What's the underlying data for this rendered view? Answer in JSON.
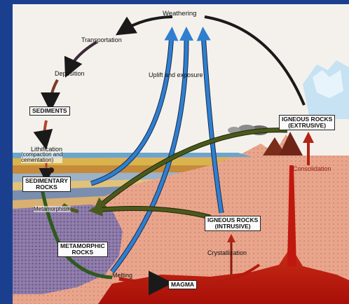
{
  "labels": {
    "weathering": "Weathering",
    "transportation": "Transportation",
    "deposition": "Deposition",
    "sediments": "SEDIMENTS",
    "lithification": "Lithification",
    "compaction": "(compaction and\ncementation)",
    "sedimentary_rocks": "SEDIMENTARY\nROCKS",
    "metamorphism": "Metamorphism",
    "metamorphic_rocks": "METAMORPHIC\nROCKS",
    "melting": "Melting",
    "magma": "MAGMA",
    "crystallization": "Crystallization",
    "igneous_intrusive": "IGNEOUS ROCKS\n(INTRUSIVE)",
    "igneous_extrusive": "IGNEOUS ROCKS\n(EXTRUSIVE)",
    "consolidation": "Consolidation",
    "uplift": "Uplift and exposure"
  },
  "colors": {
    "frame": "#1b3f8f",
    "sky": "#f4f1ec",
    "crust": "#e9a58c",
    "magma": "#c0180e",
    "metamorphic": "#8c79a8",
    "uplift_arrow": "#2f7fd0",
    "green_arrow": "#4a5a1c",
    "black_arrow": "#1a1a1a"
  }
}
